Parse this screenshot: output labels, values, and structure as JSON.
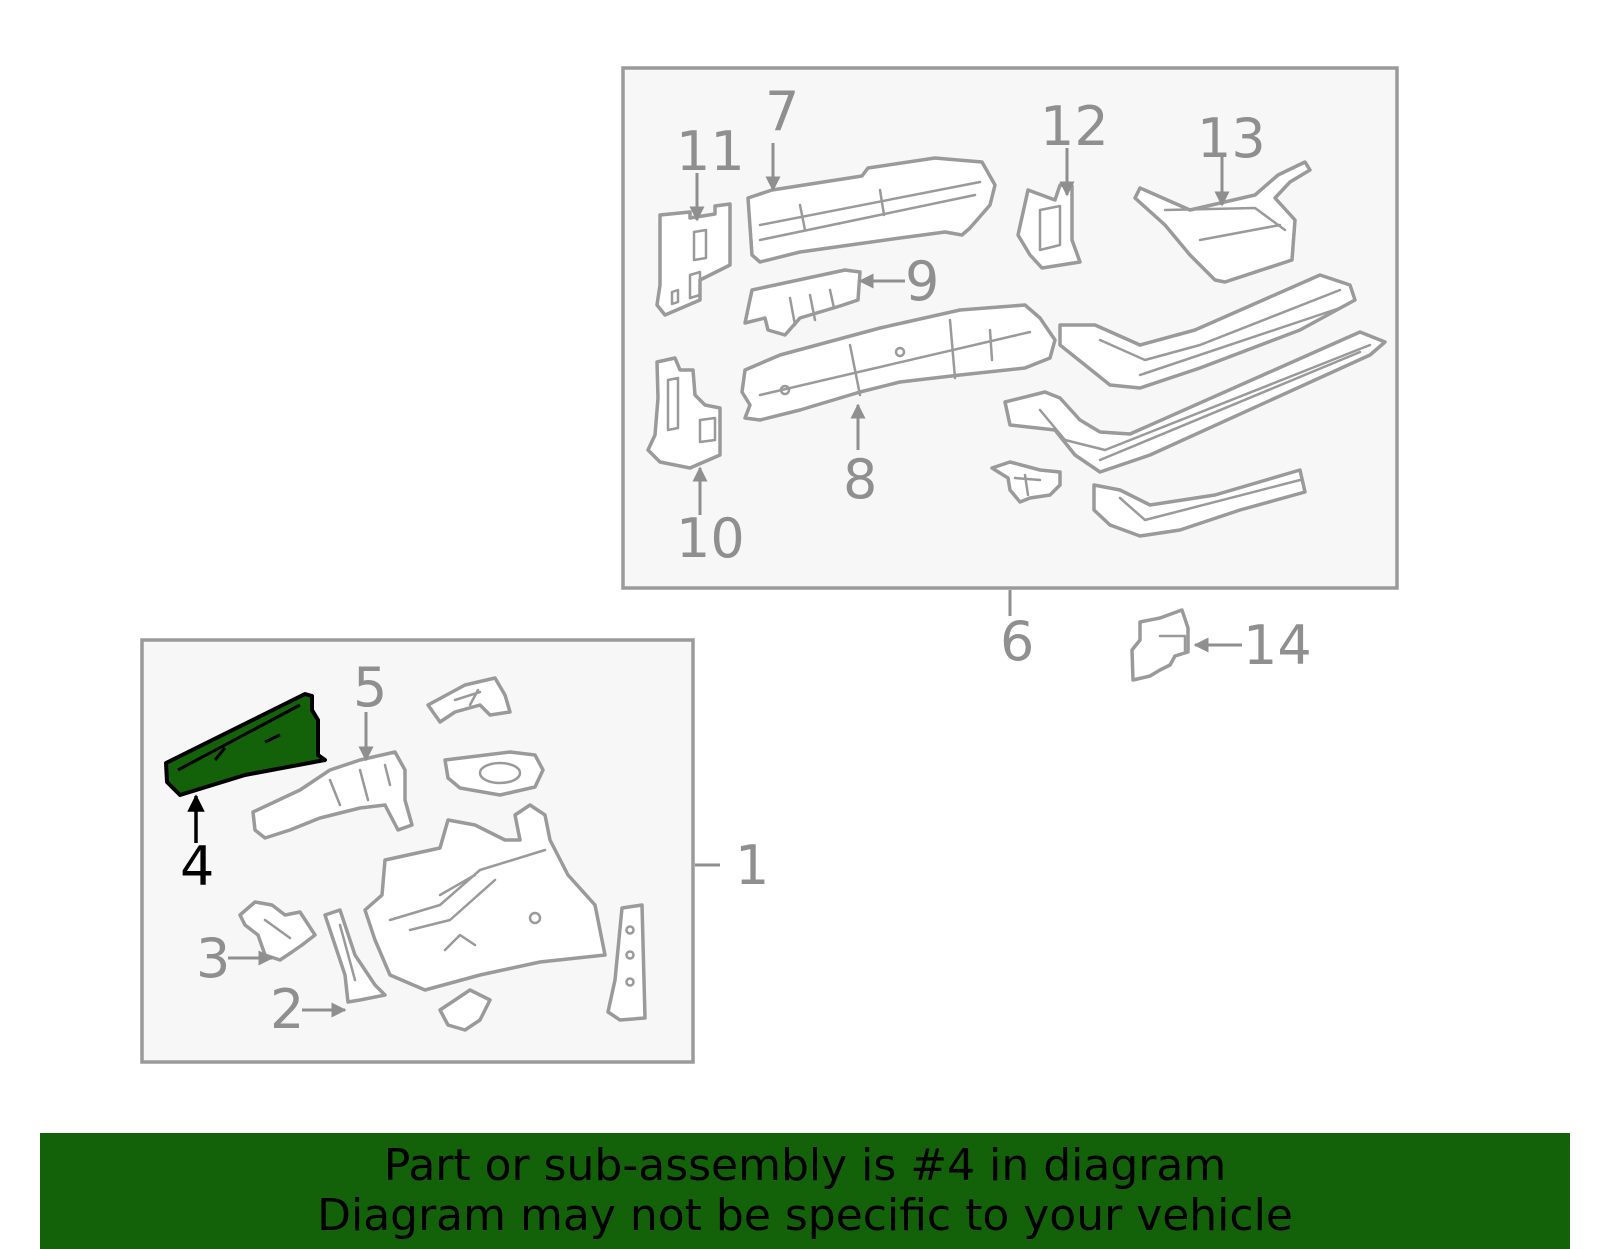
{
  "callouts": {
    "c1": "1",
    "c2": "2",
    "c3": "3",
    "c4": "4",
    "c5": "5",
    "c6": "6",
    "c7": "7",
    "c8": "8",
    "c9": "9",
    "c10": "10",
    "c11": "11",
    "c12": "12",
    "c13": "13",
    "c14": "14"
  },
  "highlight": {
    "part": "4",
    "color": "#136108"
  },
  "colors": {
    "outline": "#9a9a9a",
    "box_fill": "#f7f7f7",
    "banner": "#136108"
  },
  "banner": {
    "line1": "Part or sub-assembly is #4 in diagram",
    "line2": "Diagram may not be specific to your vehicle"
  }
}
